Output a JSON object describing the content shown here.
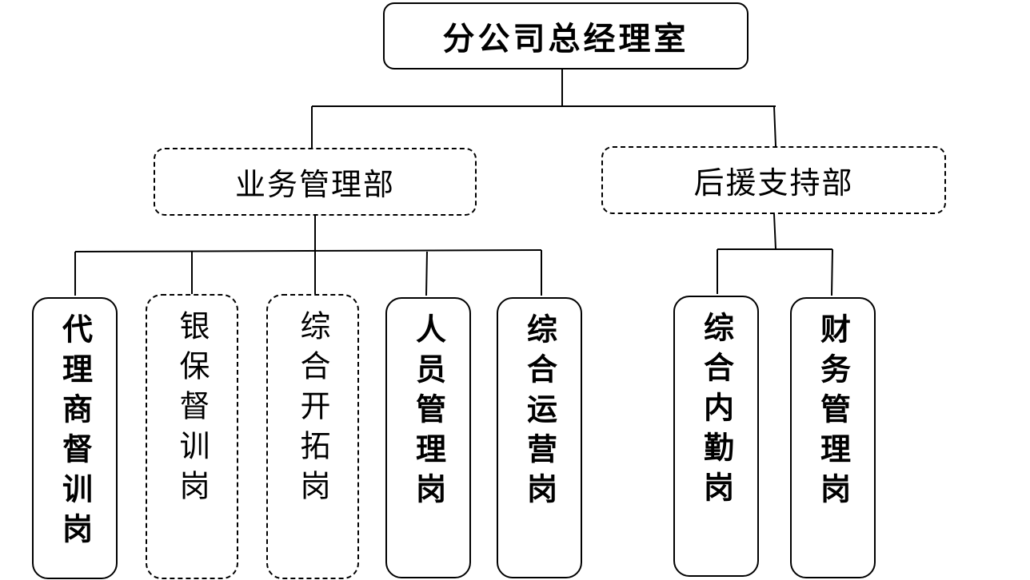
{
  "root": {
    "label": "分公司总经理室"
  },
  "departments": [
    {
      "label": "业务管理部",
      "posts": [
        {
          "label": "代理商督训岗",
          "style": "solid-bold"
        },
        {
          "label": "银保督训岗",
          "style": "dashed"
        },
        {
          "label": "综合开拓岗",
          "style": "dashed"
        },
        {
          "label": "人员管理岗",
          "style": "solid-bold"
        },
        {
          "label": "综合运营岗",
          "style": "solid-bold"
        }
      ]
    },
    {
      "label": "后援支持部",
      "posts": [
        {
          "label": "综合内勤岗",
          "style": "solid-bold"
        },
        {
          "label": "财务管理岗",
          "style": "solid-bold"
        }
      ]
    }
  ]
}
